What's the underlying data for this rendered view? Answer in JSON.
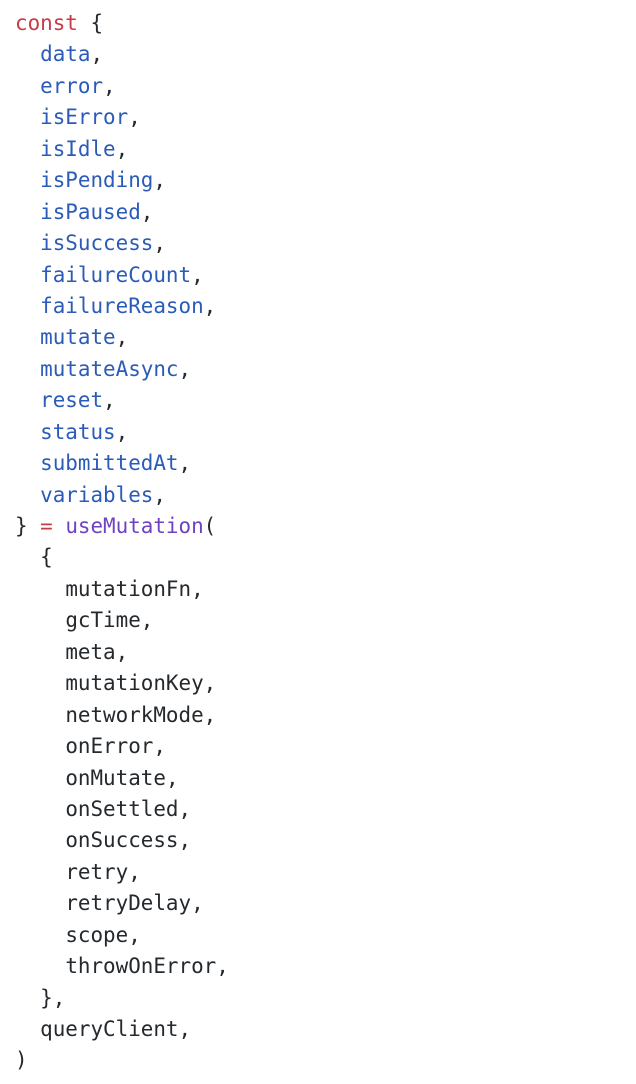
{
  "code": {
    "keyword": "const",
    "open_brace": "{",
    "destructured": [
      "data",
      "error",
      "isError",
      "isIdle",
      "isPending",
      "isPaused",
      "isSuccess",
      "failureCount",
      "failureReason",
      "mutate",
      "mutateAsync",
      "reset",
      "status",
      "submittedAt",
      "variables"
    ],
    "close_brace": "}",
    "assign_op": "=",
    "function_name": "useMutation",
    "open_paren": "(",
    "options_open": "{",
    "options": [
      "mutationFn",
      "gcTime",
      "meta",
      "mutationKey",
      "networkMode",
      "onError",
      "onMutate",
      "onSettled",
      "onSuccess",
      "retry",
      "retryDelay",
      "scope",
      "throwOnError"
    ],
    "options_close": "},",
    "second_arg": "queryClient",
    "close_paren": ")",
    "comma": ",",
    "colors": {
      "keyword": "#c73a48",
      "property": "#2a5bb8",
      "function": "#6f42c1",
      "text": "#24292e",
      "background": "#ffffff"
    }
  }
}
